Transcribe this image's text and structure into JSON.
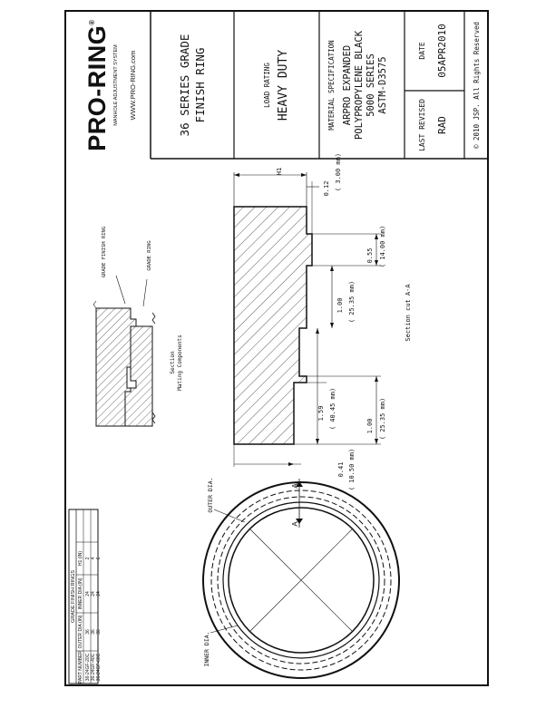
{
  "title_block": {
    "logo_text": "PRO-RING",
    "logo_trademark": "®",
    "logo_tagline": "MANHOLE ADJUSTMENT SYSTEM",
    "website": "WWW.PRO-RING.com",
    "title_line1": "36 SERIES GRADE",
    "title_line2": "FINISH RING",
    "load_rating_label": "LOAD RATING",
    "load_rating_value": "HEAVY DUTY",
    "material_label": "MATERIAL SPECIFICATION",
    "material_line1": "ARPRO EXPANDED",
    "material_line2": "POLYPROPYLENE BLACK",
    "material_line3": "5000 SERIES",
    "material_line4": "ASTM-D3575",
    "last_revised_label": "LAST REVISED",
    "last_revised_value": "RAD",
    "date_label": "DATE",
    "date_value": "05APR2010",
    "copyright": "© 2010 JSP.  All Rights Reserved"
  },
  "table": {
    "title": "GRADE FINISH RINGS",
    "headers": [
      "PART NUMBER",
      "OUTER DIA (IN)",
      "INNER DIA (IN)",
      "H1 (IN)"
    ],
    "rows": [
      [
        "36-24GF-20C",
        "36",
        "24",
        "2"
      ],
      [
        "36-24GF-40C",
        "36",
        "24",
        "4"
      ],
      [
        "36-24GF-60C",
        "36",
        "24",
        "6"
      ]
    ]
  },
  "mating": {
    "grade_finish_ring_label": "GRADE FINISH RING",
    "grade_ring_label": "GRADE RING",
    "caption_line1": "Section",
    "caption_line2": "Mating Components"
  },
  "section": {
    "h1_label": "H1",
    "dim_012": "0.12",
    "dim_012_mm": "( 3.00 mm)",
    "dim_055": "0.55",
    "dim_055_mm": "( 14.00 mm)",
    "dim_100a": "1.00",
    "dim_100a_mm": "( 25.35 mm)",
    "dim_159": "1.59",
    "dim_159_mm": "( 40.45 mm)",
    "dim_100b": "1.00",
    "dim_100b_mm": "( 25.35 mm)",
    "dim_041": "0.41",
    "dim_041_mm": "( 10.50 mm)",
    "caption": "Section cut A-A"
  },
  "plan": {
    "outer_dia_label": "OUTER DIA.",
    "inner_dia_label": "INNER DIA.",
    "cut_mark": "A"
  }
}
